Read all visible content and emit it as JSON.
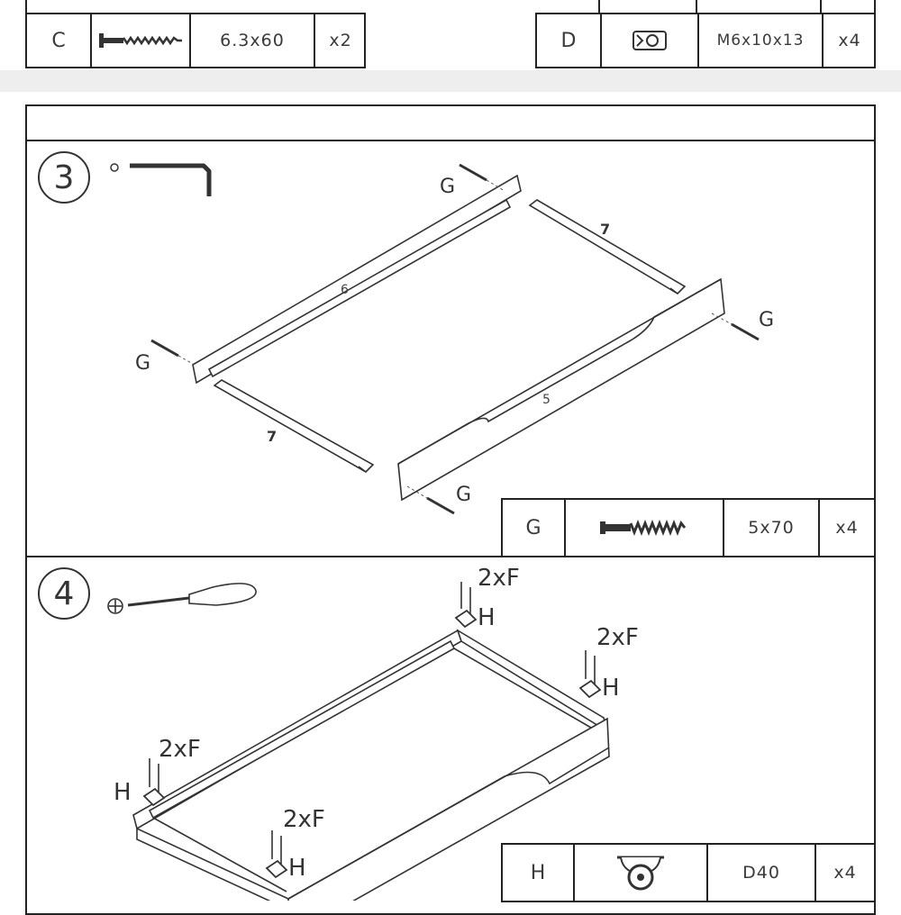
{
  "top_parts": [
    {
      "id": "C",
      "icon": "screw-icon",
      "size": "6.3x60",
      "qty": "x2"
    },
    {
      "id": "D",
      "icon": "cam-lock-icon",
      "size": "M6x10x13",
      "qty": "x4"
    }
  ],
  "step3": {
    "number": "3",
    "tool": "allen-key-icon",
    "panel_labels": [
      "6",
      "7",
      "7",
      "5"
    ],
    "screw_labels": [
      "G",
      "G",
      "G",
      "G"
    ],
    "part": {
      "id": "G",
      "icon": "long-screw-icon",
      "size": "5x70",
      "qty": "x4"
    }
  },
  "step4": {
    "number": "4",
    "tool": "screwdriver-icon",
    "callouts": [
      {
        "screws": "2xF",
        "fitting": "H"
      },
      {
        "screws": "2xF",
        "fitting": "H"
      },
      {
        "screws": "2xF",
        "fitting": "H"
      },
      {
        "screws": "2xF",
        "fitting": "H"
      }
    ],
    "part": {
      "id": "H",
      "icon": "caster-wheel-icon",
      "size": "D40",
      "qty": "x4"
    }
  }
}
